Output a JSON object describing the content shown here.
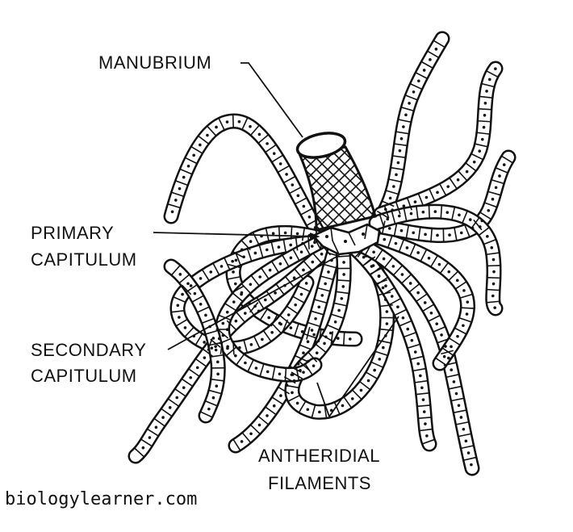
{
  "labels": {
    "manubrium": "MANUBRIUM",
    "primary_line1": "PRIMARY",
    "primary_line2": "CAPITULUM",
    "secondary_line1": "SECONDARY",
    "secondary_line2": "CAPITULUM",
    "antheridial_line1": "ANTHERIDIAL",
    "antheridial_line2": "FILAMENTS"
  },
  "watermark": "biologylearner.com",
  "colors": {
    "ink": "#111111",
    "background": "#ffffff"
  }
}
